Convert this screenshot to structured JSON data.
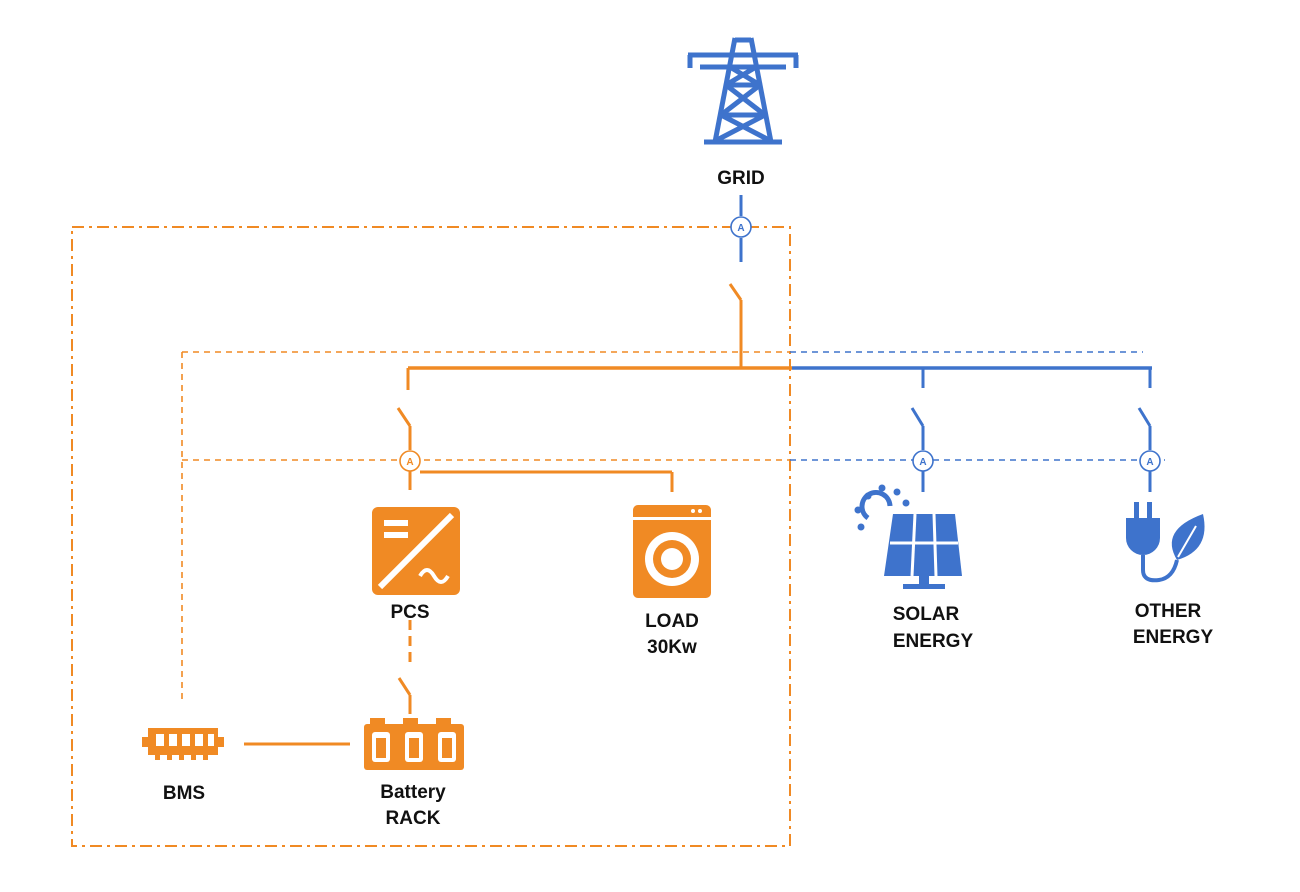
{
  "colors": {
    "orange": "#f08a24",
    "blue": "#3e73cc",
    "label": "#111111",
    "background": "#ffffff"
  },
  "labels": {
    "grid": "GRID",
    "pcs": "PCS",
    "load_line1": "LOAD",
    "load_line2": "30Kw",
    "solar_line1": "SOLAR",
    "solar_line2": "ENERGY",
    "other_line1": "OTHER",
    "other_line2": "ENERGY",
    "bms": "BMS",
    "battery_line1": "Battery",
    "battery_line2": "RACK",
    "meter_symbol": "A"
  },
  "icons": {
    "grid": "transmission-tower-icon",
    "pcs": "inverter-icon",
    "load": "washing-machine-icon",
    "solar": "solar-panel-icon",
    "other": "plug-leaf-icon",
    "bms": "bms-chip-icon",
    "battery": "battery-rack-icon",
    "meter": "ammeter-icon",
    "switch": "disconnect-switch-icon"
  }
}
